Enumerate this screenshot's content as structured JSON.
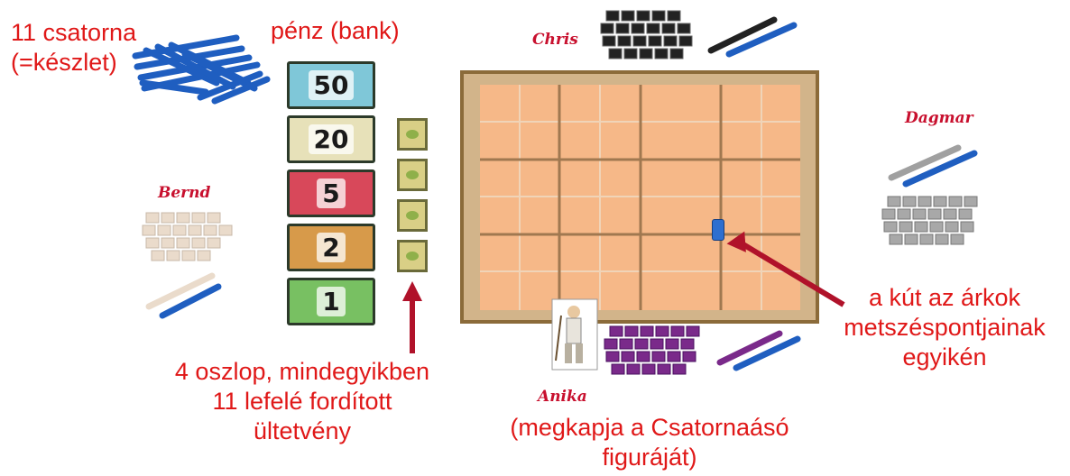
{
  "labels": {
    "canals": "11 csatorna\n(=készlet)",
    "money": "pénz (bank)",
    "columns": "4 oszlop, mindegyikben\n11 lefelé fordított\nültetvény",
    "anika_note": "(megkapja a Csatornaásó\nfiguráját)",
    "well": "a kút az árkok\nmetszéspontjainak\negyikén"
  },
  "players": {
    "chris": "Chris",
    "dagmar": "Dagmar",
    "bernd": "Bernd",
    "anika": "Anika"
  },
  "money_notes": [
    {
      "value": "50",
      "color": "#7fc7d8"
    },
    {
      "value": "20",
      "color": "#e7e1b9"
    },
    {
      "value": "5",
      "color": "#d8485a"
    },
    {
      "value": "2",
      "color": "#d79a4a"
    },
    {
      "value": "1",
      "color": "#78c062"
    }
  ],
  "colors": {
    "label_red": "#e01818",
    "canal_blue": "#1f5ec0",
    "chris": "#222222",
    "dagmar": "#9a9a9a",
    "bernd": "#e8d8c8",
    "anika": "#7a2a8a",
    "board": "#f6b888"
  }
}
